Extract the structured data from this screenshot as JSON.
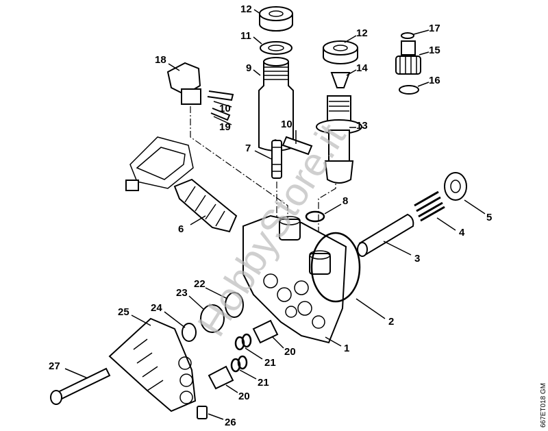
{
  "diagram": {
    "labels": [
      "12",
      "11",
      "9",
      "18",
      "10",
      "19",
      "7",
      "10",
      "12",
      "14",
      "13",
      "17",
      "15",
      "16",
      "8",
      "5",
      "4",
      "3",
      "2",
      "1",
      "6",
      "22",
      "23",
      "24",
      "25",
      "27",
      "20",
      "21",
      "21",
      "20",
      "26"
    ],
    "code": "667ET018 GM",
    "watermark": "HobbyStore.it"
  }
}
